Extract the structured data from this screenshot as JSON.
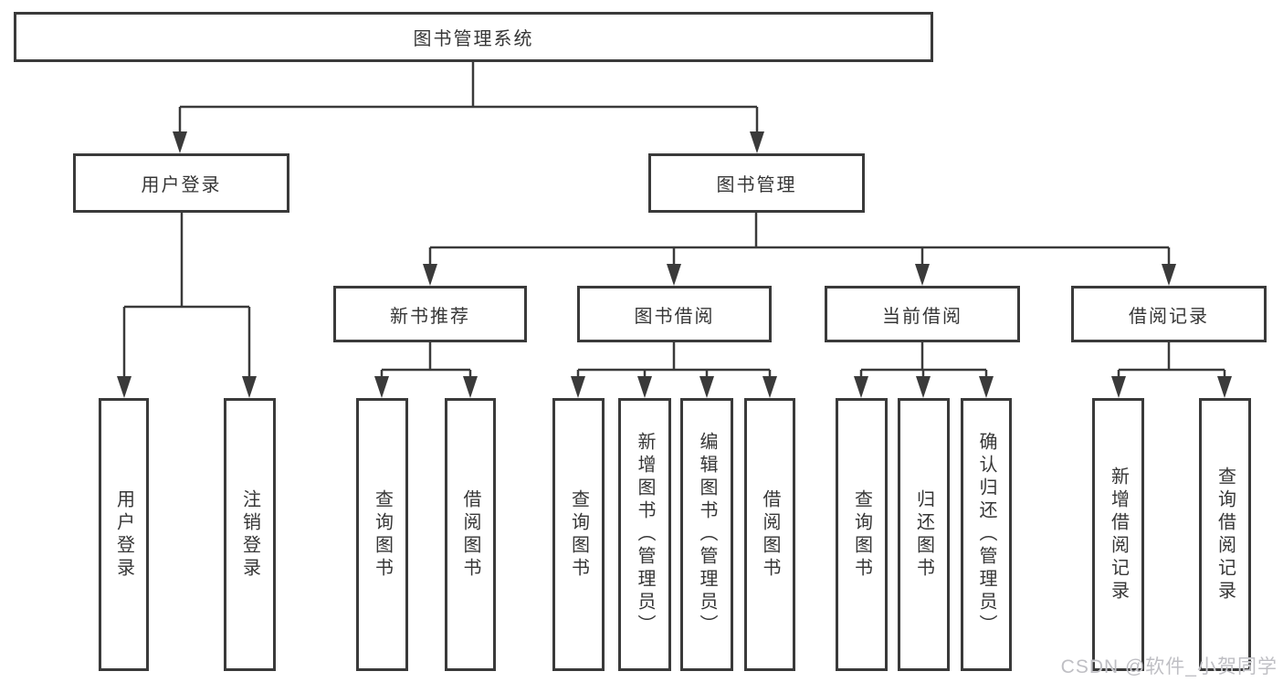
{
  "tree": {
    "label": "图书管理系统",
    "children": [
      {
        "label": "用户登录",
        "children": [
          {
            "label": "用户登录"
          },
          {
            "label": "注销登录"
          }
        ]
      },
      {
        "label": "图书管理",
        "children": [
          {
            "label": "新书推荐",
            "children": [
              {
                "label": "查询图书"
              },
              {
                "label": "借阅图书"
              }
            ]
          },
          {
            "label": "图书借阅",
            "children": [
              {
                "label": "查询图书"
              },
              {
                "label": "新增图书（管理员）"
              },
              {
                "label": "编辑图书（管理员）"
              },
              {
                "label": "借阅图书"
              }
            ]
          },
          {
            "label": "当前借阅",
            "children": [
              {
                "label": "查询图书"
              },
              {
                "label": "归还图书"
              },
              {
                "label": "确认归还（管理员）"
              }
            ]
          },
          {
            "label": "借阅记录",
            "children": [
              {
                "label": "新增借阅记录"
              },
              {
                "label": "查询借阅记录"
              }
            ]
          }
        ]
      }
    ]
  },
  "watermark": {
    "text": "CSDN @软件_小贺同学"
  },
  "colors": {
    "line": "#3a3a3a",
    "text": "#363636",
    "background": "#ffffff",
    "watermark": "#bfbfc4"
  }
}
